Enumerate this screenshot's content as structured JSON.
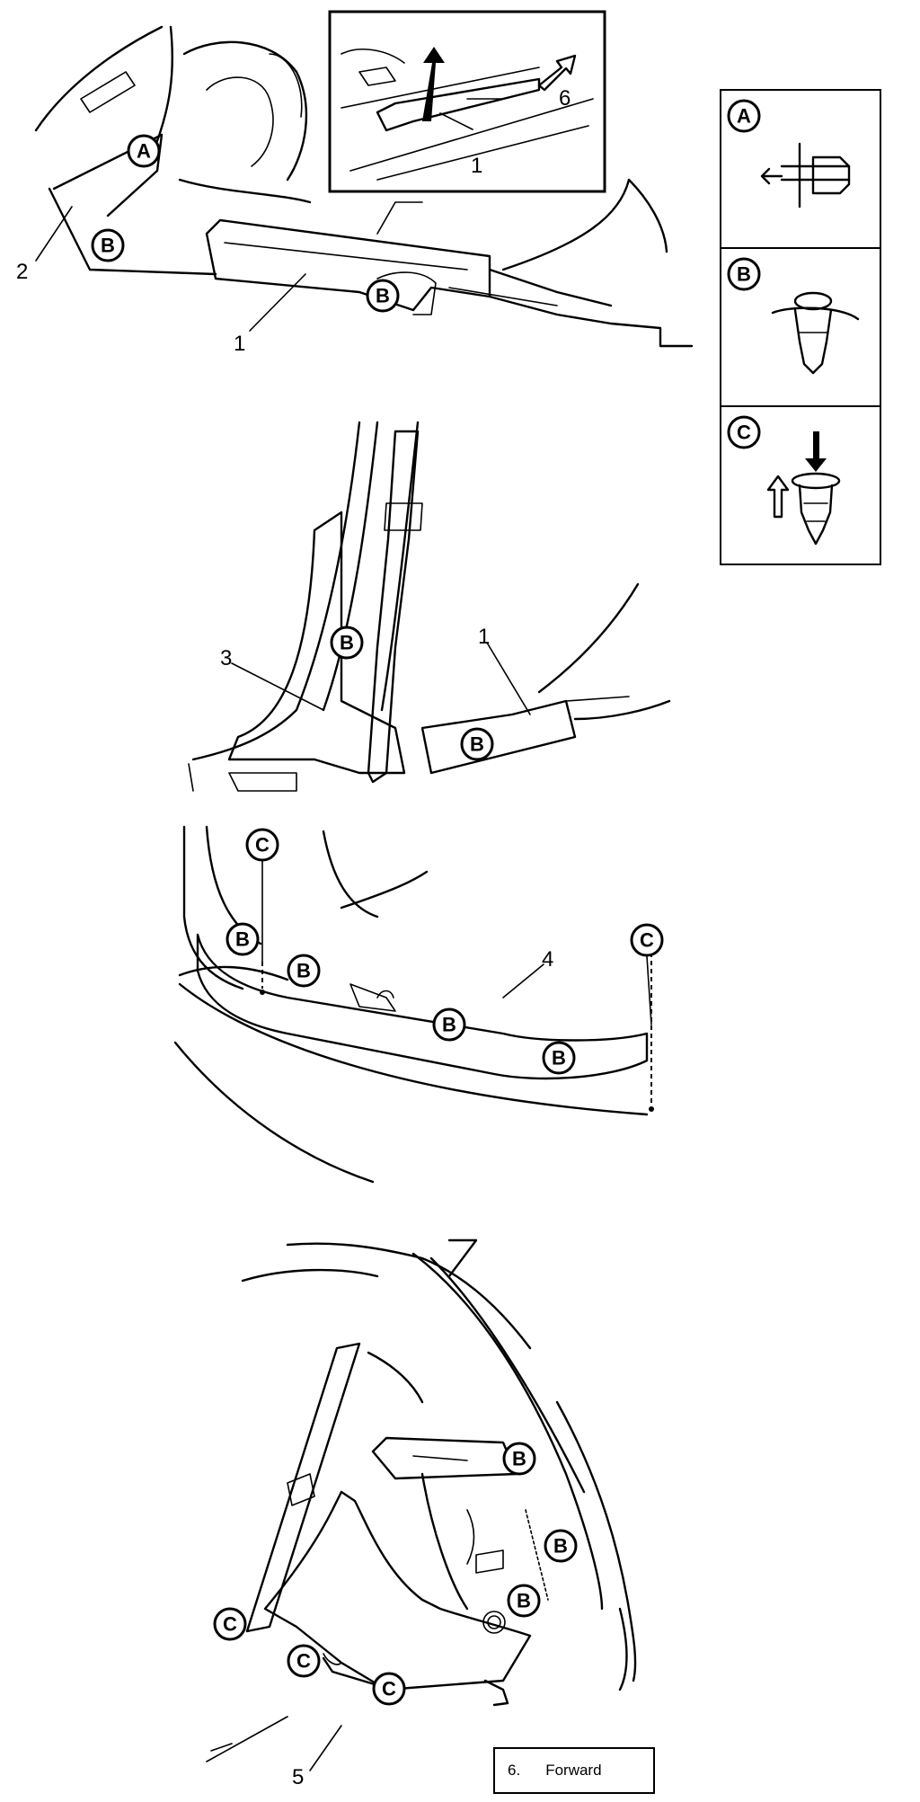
{
  "callouts": {
    "A": "A",
    "B": "B",
    "C": "C"
  },
  "numbers": {
    "n1": "1",
    "n2": "2",
    "n3": "3",
    "n4": "4",
    "n5": "5",
    "n6": "6"
  },
  "legend": [
    {
      "number": "6.",
      "label": "Forward"
    }
  ]
}
